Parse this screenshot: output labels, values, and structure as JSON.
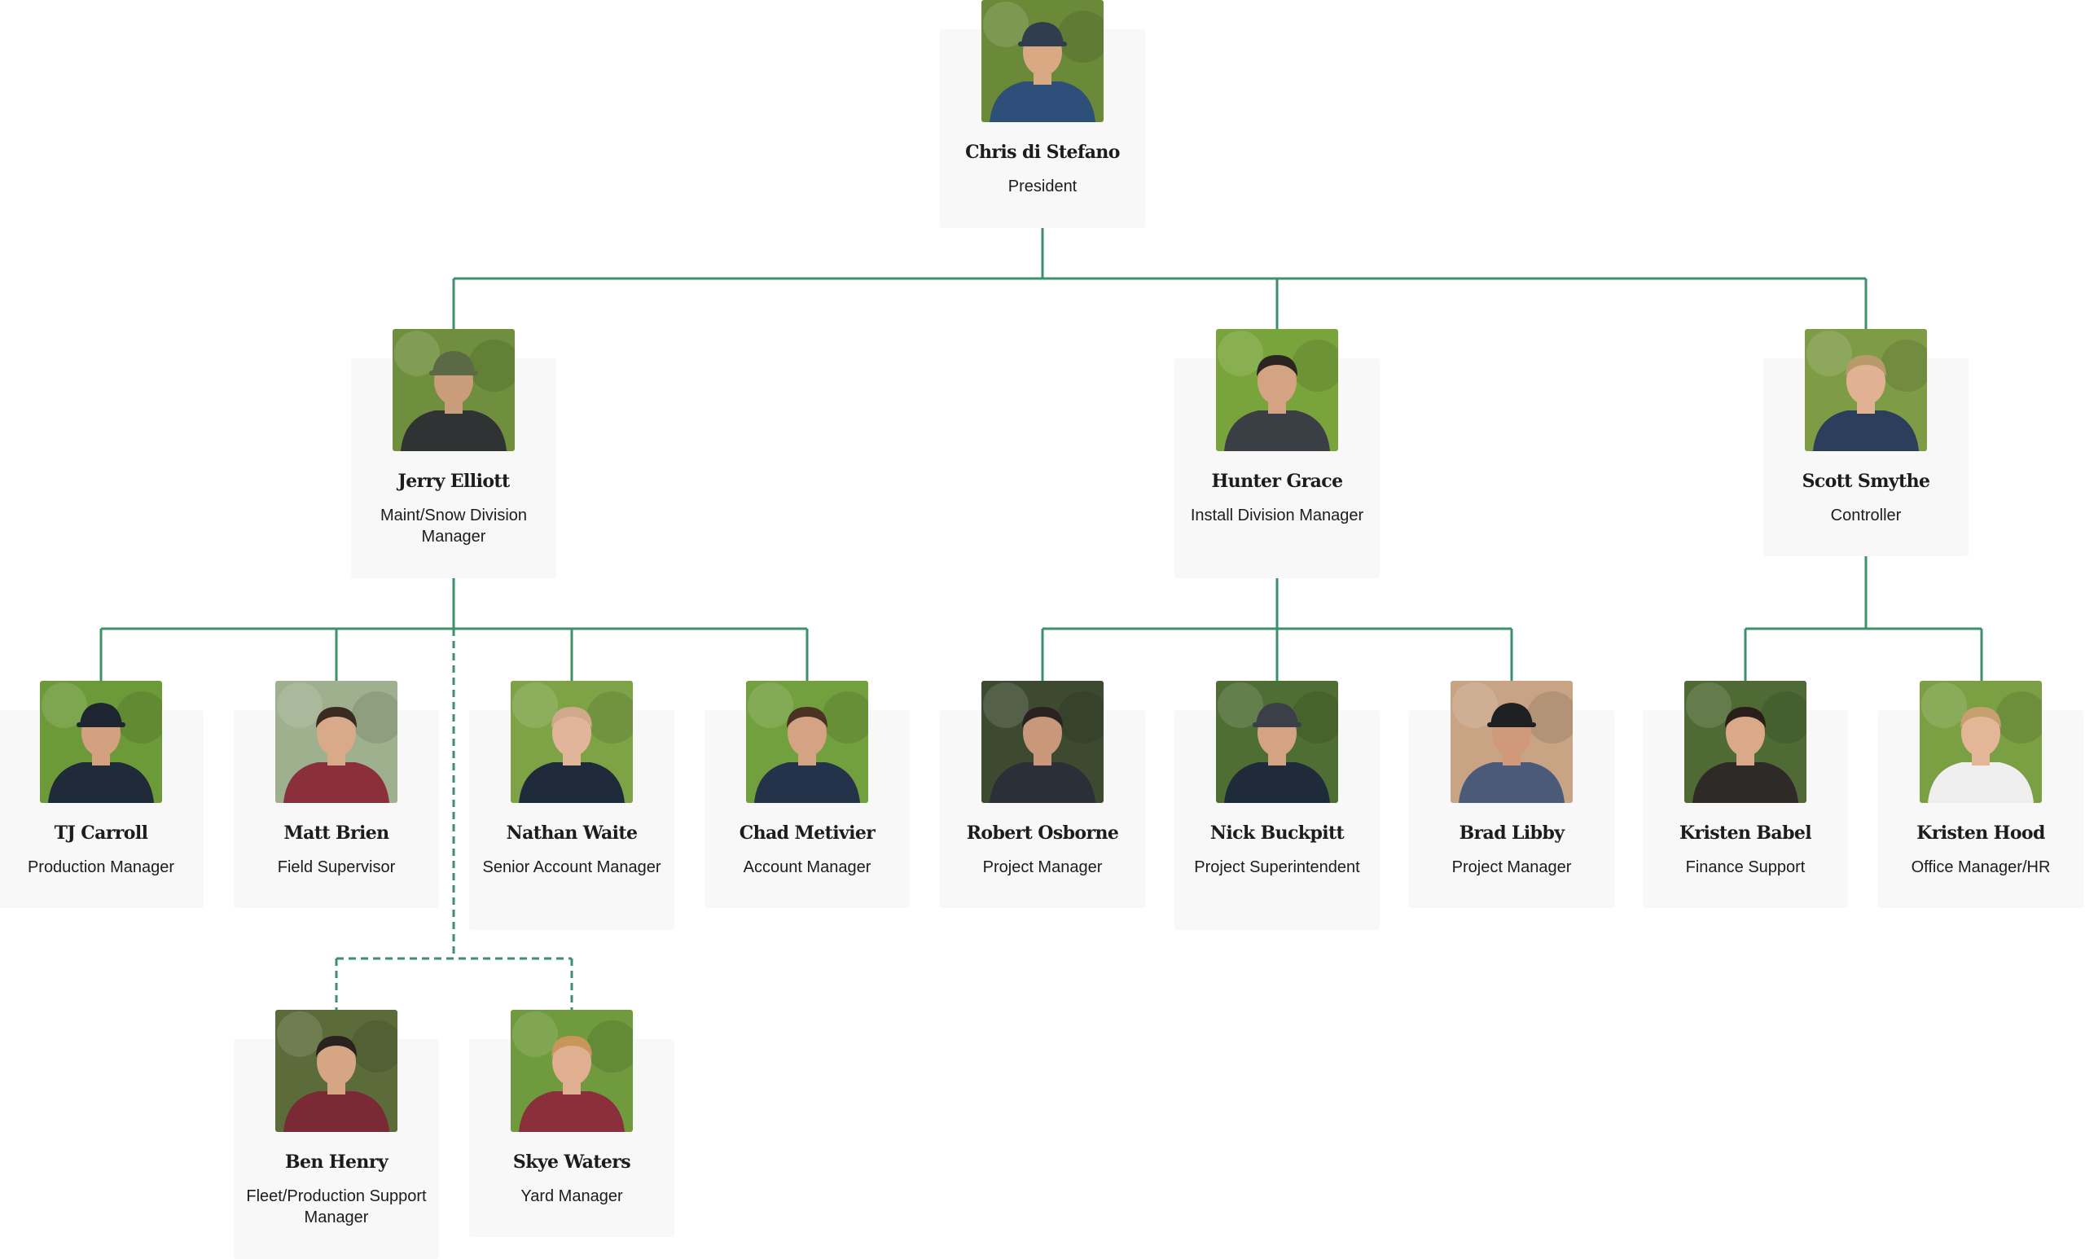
{
  "colors": {
    "connector": "#3f8f6b",
    "card_bg": "#f8f8f8",
    "text": "#1c1c1c"
  },
  "people": [
    {
      "id": "chris",
      "name": "Chris di Stefano",
      "role": "President",
      "photo": {
        "bg": "#6a8a3a",
        "skin": "#d8a982",
        "hair": "#2f3d4e",
        "shirt": "#2d4f7a",
        "hat": true
      }
    },
    {
      "id": "jerry",
      "name": "Jerry Elliott",
      "role": "Maint/Snow Division Manager",
      "photo": {
        "bg": "#6f8f3e",
        "skin": "#c99c7a",
        "hair": "#5b6a45",
        "shirt": "#2f3333",
        "hat": true
      }
    },
    {
      "id": "hunter",
      "name": "Hunter Grace",
      "role": "Install Division Manager",
      "photo": {
        "bg": "#79a43c",
        "skin": "#d4a482",
        "hair": "#2b2420",
        "shirt": "#3a3f45",
        "hat": false
      }
    },
    {
      "id": "scott",
      "name": "Scott Smythe",
      "role": "Controller",
      "photo": {
        "bg": "#7e9c46",
        "skin": "#e0b193",
        "hair": "#b89a6a",
        "shirt": "#2d3d5c",
        "hat": false
      }
    },
    {
      "id": "tj",
      "name": "TJ Carroll",
      "role": "Production Manager",
      "photo": {
        "bg": "#6d9a38",
        "skin": "#d3a080",
        "hair": "#1e2430",
        "shirt": "#1f2a3a",
        "hat": true
      }
    },
    {
      "id": "matt",
      "name": "Matt Brien",
      "role": "Field Supervisor",
      "photo": {
        "bg": "#9fb08e",
        "skin": "#d8aa8a",
        "hair": "#3a2a20",
        "shirt": "#8a2f3b",
        "hat": false
      }
    },
    {
      "id": "nathan",
      "name": "Nathan Waite",
      "role": "Senior Account Manager",
      "photo": {
        "bg": "#7ea347",
        "skin": "#e0b59a",
        "hair": "#d0a98a",
        "shirt": "#1f2a3a",
        "hat": false
      }
    },
    {
      "id": "chad",
      "name": "Chad Metivier",
      "role": "Account Manager",
      "photo": {
        "bg": "#72a03f",
        "skin": "#d4a383",
        "hair": "#4a3322",
        "shirt": "#24324a",
        "hat": false
      }
    },
    {
      "id": "robert",
      "name": "Robert Osborne",
      "role": "Project Manager",
      "photo": {
        "bg": "#3d4a30",
        "skin": "#c9977a",
        "hair": "#2a2220",
        "shirt": "#2a2f38",
        "hat": false
      }
    },
    {
      "id": "nick",
      "name": "Nick Buckpitt",
      "role": "Project Superintendent",
      "photo": {
        "bg": "#4f6e33",
        "skin": "#d4a383",
        "hair": "#3a3f48",
        "shirt": "#1f2a3a",
        "hat": true
      }
    },
    {
      "id": "brad",
      "name": "Brad Libby",
      "role": "Project Manager",
      "photo": {
        "bg": "#c8a484",
        "skin": "#d09a7a",
        "hair": "#1e2024",
        "shirt": "#4a5a78",
        "hat": true
      }
    },
    {
      "id": "kristenb",
      "name": "Kristen Babel",
      "role": "Finance Support",
      "photo": {
        "bg": "#4f6a34",
        "skin": "#d9a98a",
        "hair": "#2a1e1a",
        "shirt": "#2e2a28",
        "hat": false
      }
    },
    {
      "id": "kristenh",
      "name": "Kristen Hood",
      "role": "Office Manager/HR",
      "photo": {
        "bg": "#7aa043",
        "skin": "#e3b697",
        "hair": "#c7a070",
        "shirt": "#efefef",
        "hat": false
      }
    },
    {
      "id": "ben",
      "name": "Ben Henry",
      "role": "Fleet/Production Support Manager",
      "photo": {
        "bg": "#5c6b3a",
        "skin": "#d6a684",
        "hair": "#2a2220",
        "shirt": "#7a2a34",
        "hat": false
      }
    },
    {
      "id": "skye",
      "name": "Skye Waters",
      "role": "Yard Manager",
      "photo": {
        "bg": "#6f9a3d",
        "skin": "#e0ae90",
        "hair": "#c8965a",
        "shirt": "#8a2f3b",
        "hat": false
      }
    }
  ]
}
